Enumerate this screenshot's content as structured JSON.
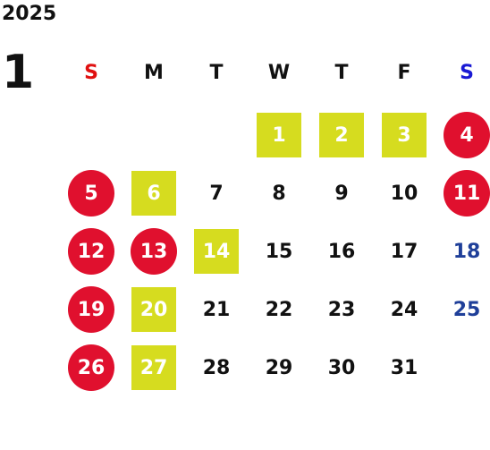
{
  "year": "2025",
  "month": "1",
  "colors": {
    "holiday": "#e0102e",
    "highlight": "#d6dc1f",
    "sunday_header": "#e01010",
    "saturday_header": "#1a1ad4",
    "saturday_number": "#1f3f99",
    "text": "#111111"
  },
  "weekdays": [
    "S",
    "M",
    "T",
    "W",
    "T",
    "F",
    "S"
  ],
  "weeks": [
    [
      null,
      null,
      null,
      {
        "day": "1",
        "style": "square"
      },
      {
        "day": "2",
        "style": "square"
      },
      {
        "day": "3",
        "style": "square"
      },
      {
        "day": "4",
        "style": "circle"
      }
    ],
    [
      {
        "day": "5",
        "style": "circle"
      },
      {
        "day": "6",
        "style": "square"
      },
      {
        "day": "7",
        "style": "plain"
      },
      {
        "day": "8",
        "style": "plain"
      },
      {
        "day": "9",
        "style": "plain"
      },
      {
        "day": "10",
        "style": "plain"
      },
      {
        "day": "11",
        "style": "circle"
      }
    ],
    [
      {
        "day": "12",
        "style": "circle"
      },
      {
        "day": "13",
        "style": "circle"
      },
      {
        "day": "14",
        "style": "square"
      },
      {
        "day": "15",
        "style": "plain"
      },
      {
        "day": "16",
        "style": "plain"
      },
      {
        "day": "17",
        "style": "plain"
      },
      {
        "day": "18",
        "style": "saturday"
      }
    ],
    [
      {
        "day": "19",
        "style": "circle"
      },
      {
        "day": "20",
        "style": "square"
      },
      {
        "day": "21",
        "style": "plain"
      },
      {
        "day": "22",
        "style": "plain"
      },
      {
        "day": "23",
        "style": "plain"
      },
      {
        "day": "24",
        "style": "plain"
      },
      {
        "day": "25",
        "style": "saturday"
      }
    ],
    [
      {
        "day": "26",
        "style": "circle"
      },
      {
        "day": "27",
        "style": "square"
      },
      {
        "day": "28",
        "style": "plain"
      },
      {
        "day": "29",
        "style": "plain"
      },
      {
        "day": "30",
        "style": "plain"
      },
      {
        "day": "31",
        "style": "plain"
      },
      null
    ]
  ]
}
